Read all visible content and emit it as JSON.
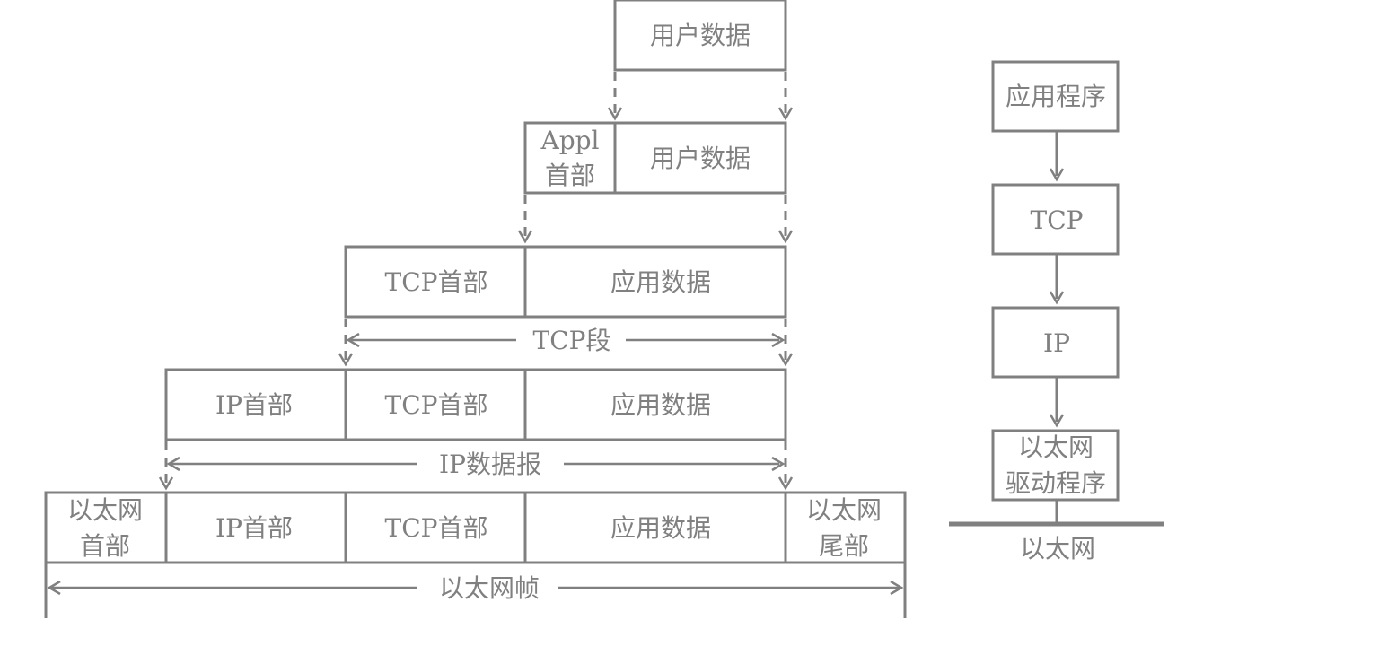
{
  "encapsulation": {
    "user_data_top": "用户数据",
    "appl_header_line1": "Appl",
    "appl_header_line2": "首部",
    "user_data_mid": "用户数据",
    "tcp_row": {
      "tcp_header": "TCP首部",
      "app_data": "应用数据"
    },
    "tcp_segment": "TCP段",
    "ip_row": {
      "ip_header": "IP首部",
      "tcp_header": "TCP首部",
      "app_data": "应用数据"
    },
    "ip_datagram": "IP数据报",
    "eth_row": {
      "eth_header_line1": "以太网",
      "eth_header_line2": "首部",
      "ip_header": "IP首部",
      "tcp_header": "TCP首部",
      "app_data": "应用数据",
      "eth_trailer_line1": "以太网",
      "eth_trailer_line2": "尾部"
    },
    "eth_frame": "以太网帧"
  },
  "stack": {
    "application": "应用程序",
    "tcp": "TCP",
    "ip": "IP",
    "driver_line1": "以太网",
    "driver_line2": "驱动程序",
    "ethernet": "以太网"
  }
}
